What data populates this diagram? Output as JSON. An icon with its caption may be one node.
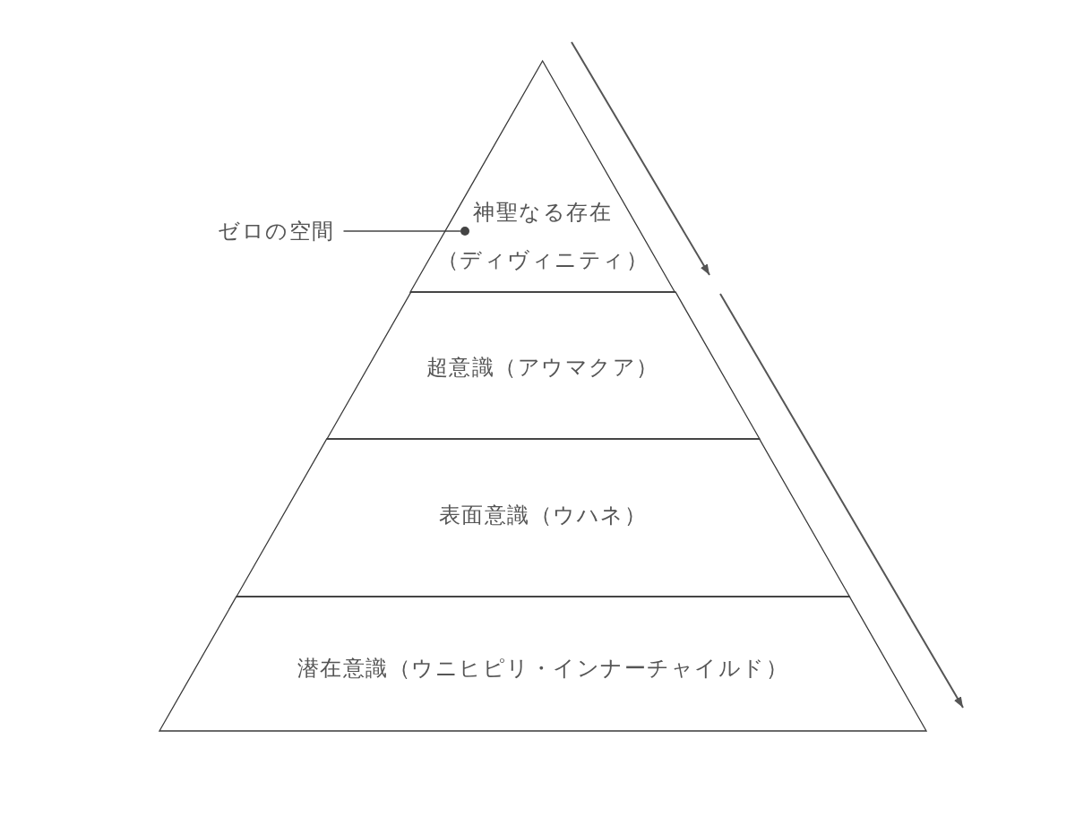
{
  "diagram": {
    "nodes": [
      {
        "text": [
          "神聖なる存在",
          "（ディヴィニティ）"
        ]
      },
      {
        "text": [],
        "shape": "circle",
        "in": 0
      },
      {
        "text": [
          "超意識（アウマクア）"
        ]
      },
      {
        "text": [
          "表面意識（ウハネ）"
        ]
      },
      {
        "text": [
          "潜在意識（ウニヒピリ・インナーチャイルド）"
        ]
      },
      {
        "text": [
          "ゼロの空間"
        ]
      }
    ],
    "edges": [
      {
        "from": 5,
        "to": 1,
        "arrow": "none"
      }
    ]
  }
}
